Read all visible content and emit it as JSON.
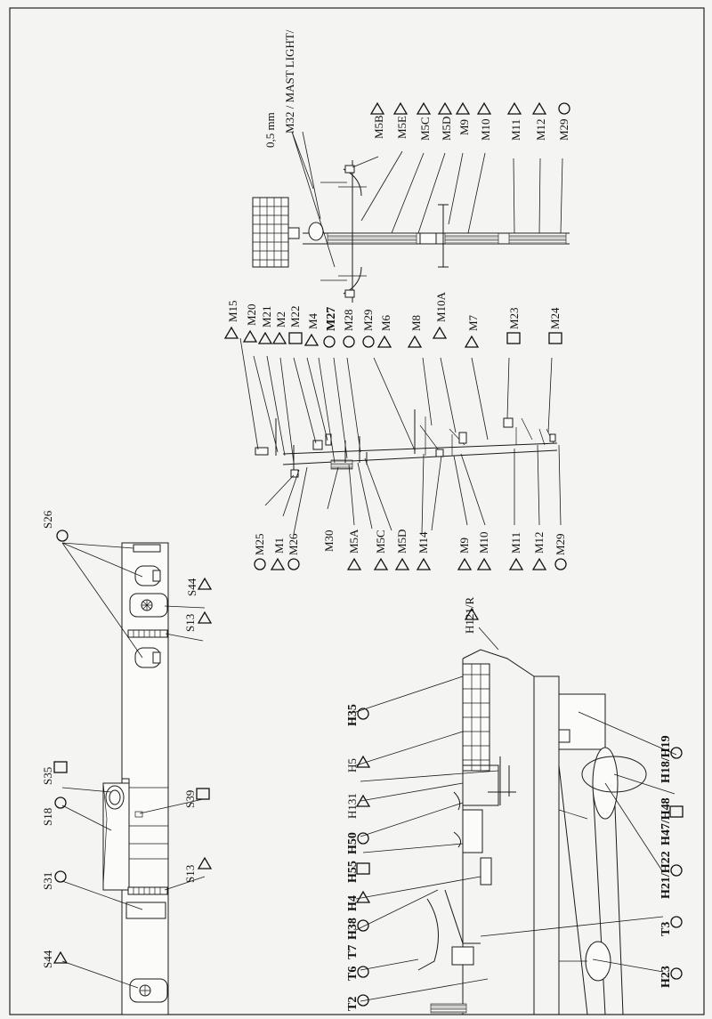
{
  "bottom_labels": {
    "S44a": "S44",
    "S31": "S31",
    "S13a": "S13",
    "S18": "S18",
    "S35": "S35",
    "S39": "S39",
    "S13b": "S13",
    "S44b": "S44",
    "S26": "S26"
  },
  "hull_labels": {
    "T2": "T2",
    "T6": "T6",
    "T7": "T7",
    "H38": "H38",
    "H4": "H4",
    "H55": "H55",
    "H50": "H50",
    "H131": "H131",
    "H5": "H5",
    "H35": "H35",
    "H121R": "H121/R",
    "H23": "H23",
    "T3": "T3",
    "H2122": "H21/H22",
    "H4748": "H47/H48",
    "H1819": "H18/H19"
  },
  "mast_left_labels": {
    "M25": "M25",
    "M1": "M1",
    "M26": "M26",
    "M30": "M30",
    "M5A": "M5A",
    "M5C": "M5C",
    "M5D": "M5D",
    "M14": "M14",
    "M9": "M9",
    "M10": "M10",
    "M11": "M11",
    "M12": "M12",
    "M29": "M29"
  },
  "mast_mid_labels": {
    "M15": "M15",
    "M20": "M20",
    "M21": "M21",
    "M2": "M2",
    "M22": "M22",
    "M4": "M4",
    "M27": "M27",
    "M28": "M28",
    "M29": "M29",
    "M6": "M6",
    "M8": "M8",
    "M10A": "M10A",
    "M7": "M7",
    "M23": "M23",
    "M24": "M24"
  },
  "mast_top_labels": {
    "M5B": "M5B",
    "M5E": "M5E",
    "M5C": "M5C",
    "M5D": "M5D",
    "M9": "M9",
    "M10": "M10",
    "M11": "M11",
    "M12": "M12",
    "M29": "M29"
  },
  "annotations": {
    "thickness": "0,5 mm",
    "mast_light": "M32 / MAST LIGHT/"
  }
}
